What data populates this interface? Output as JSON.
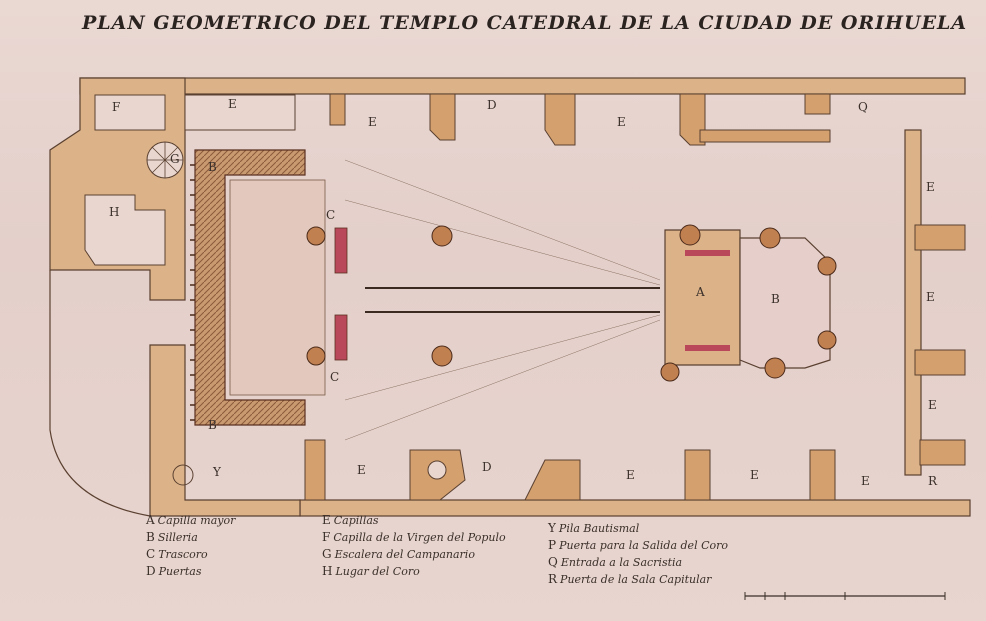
{
  "title": "PLAN GEOMETRICO DEL TEMPLO CATEDRAL DE LA CIUDAD DE ORIHUELA",
  "labels": {
    "F": "F",
    "E": "E",
    "D": "D",
    "Q": "Q",
    "G": "G",
    "H": "H",
    "A": "A",
    "B": "B",
    "C": "C",
    "Y": "Y",
    "R": "R"
  },
  "legend": [
    {
      "key": "A",
      "text": "Capilla mayor"
    },
    {
      "key": "B",
      "text": "Silleria"
    },
    {
      "key": "C",
      "text": "Trascoro"
    },
    {
      "key": "D",
      "text": "Puertas"
    },
    {
      "key": "E",
      "text": "Capillas"
    },
    {
      "key": "F",
      "text": "Capilla de la Virgen del Populo"
    },
    {
      "key": "G",
      "text": "Escalera del Campanario"
    },
    {
      "key": "H",
      "text": "Lugar del Coro"
    },
    {
      "key": "Y",
      "text": "Pila Bautismal"
    },
    {
      "key": "P",
      "text": "Puerta para la Salida del Coro"
    },
    {
      "key": "Q",
      "text": "Entrada a la Sacristia"
    },
    {
      "key": "R",
      "text": "Puerta de la Sala Capitular"
    }
  ],
  "colors": {
    "paper": "#e7d3cf",
    "wash": "#d9ab7c",
    "ink": "#3a2f2a",
    "red": "#b8485a"
  }
}
